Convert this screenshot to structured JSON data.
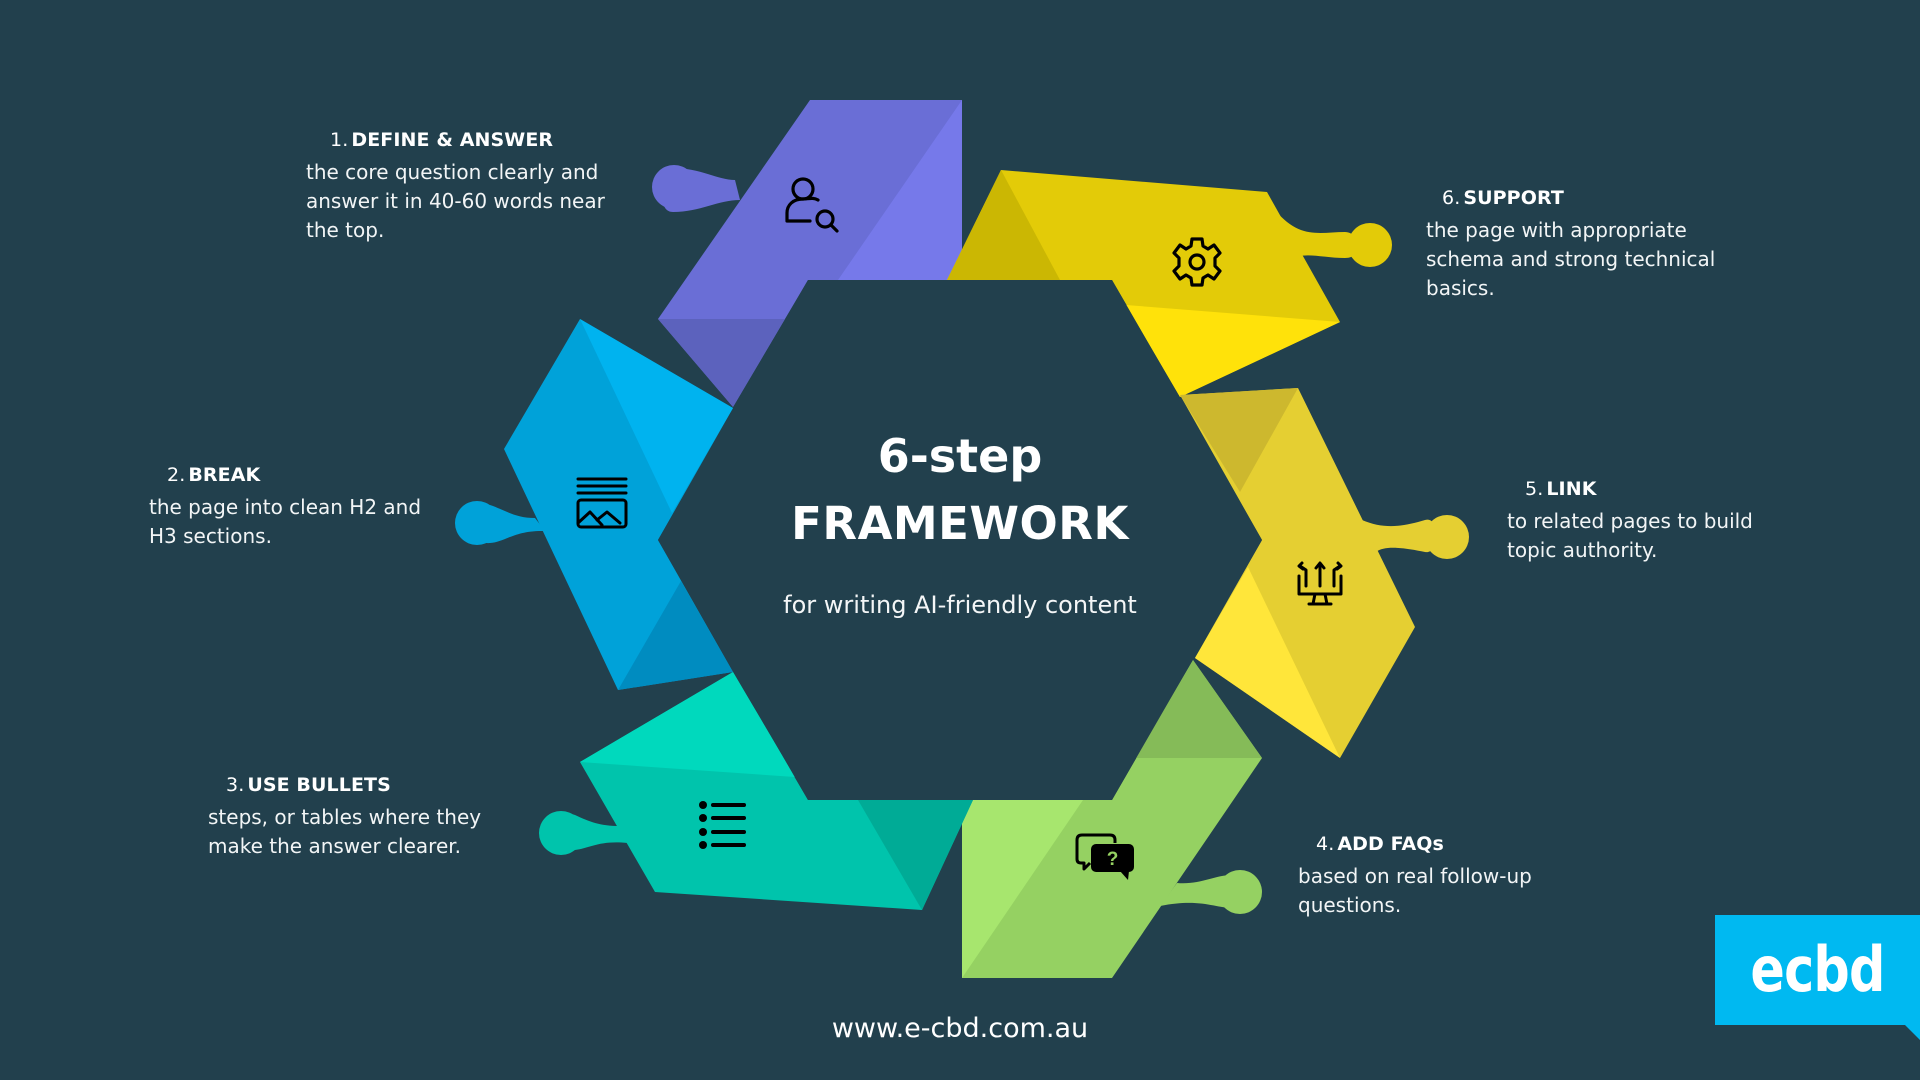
{
  "center": {
    "title_line1": "6-step",
    "title_line2": "FRAMEWORK",
    "subtitle": "for writing AI-friendly content"
  },
  "steps": [
    {
      "number": "1.",
      "title": "DEFINE & ANSWER",
      "body": "the core question clearly and answer it in 40-60 words near the top.",
      "icon": "user-search-icon",
      "color": "#6a6ed6"
    },
    {
      "number": "2.",
      "title": "BREAK",
      "body": "the page into clean H2 and H3 sections.",
      "icon": "article-image-icon",
      "color": "#00a2d9"
    },
    {
      "number": "3.",
      "title": "USE BULLETS",
      "body": "steps, or tables where they make the answer clearer.",
      "icon": "bullet-list-icon",
      "color": "#00c4ac"
    },
    {
      "number": "4.",
      "title": "ADD FAQs",
      "body": "based on real follow-up questions.",
      "icon": "faq-chat-icon",
      "color": "#95d162"
    },
    {
      "number": "5.",
      "title": "LINK",
      "body": "to related pages to build topic authority.",
      "icon": "network-share-icon",
      "color": "#e5cf32"
    },
    {
      "number": "6.",
      "title": "SUPPORT",
      "body": "the page with appropriate schema and strong technical basics.",
      "icon": "gear-icon",
      "color": "#e3cb08"
    }
  ],
  "footer": {
    "url": "www.e-cbd.com.au"
  },
  "brand": {
    "logo_text": "ecbd",
    "logo_color": "#00b9f1"
  },
  "colors": {
    "background": "#22404d",
    "text": "#ffffff"
  }
}
